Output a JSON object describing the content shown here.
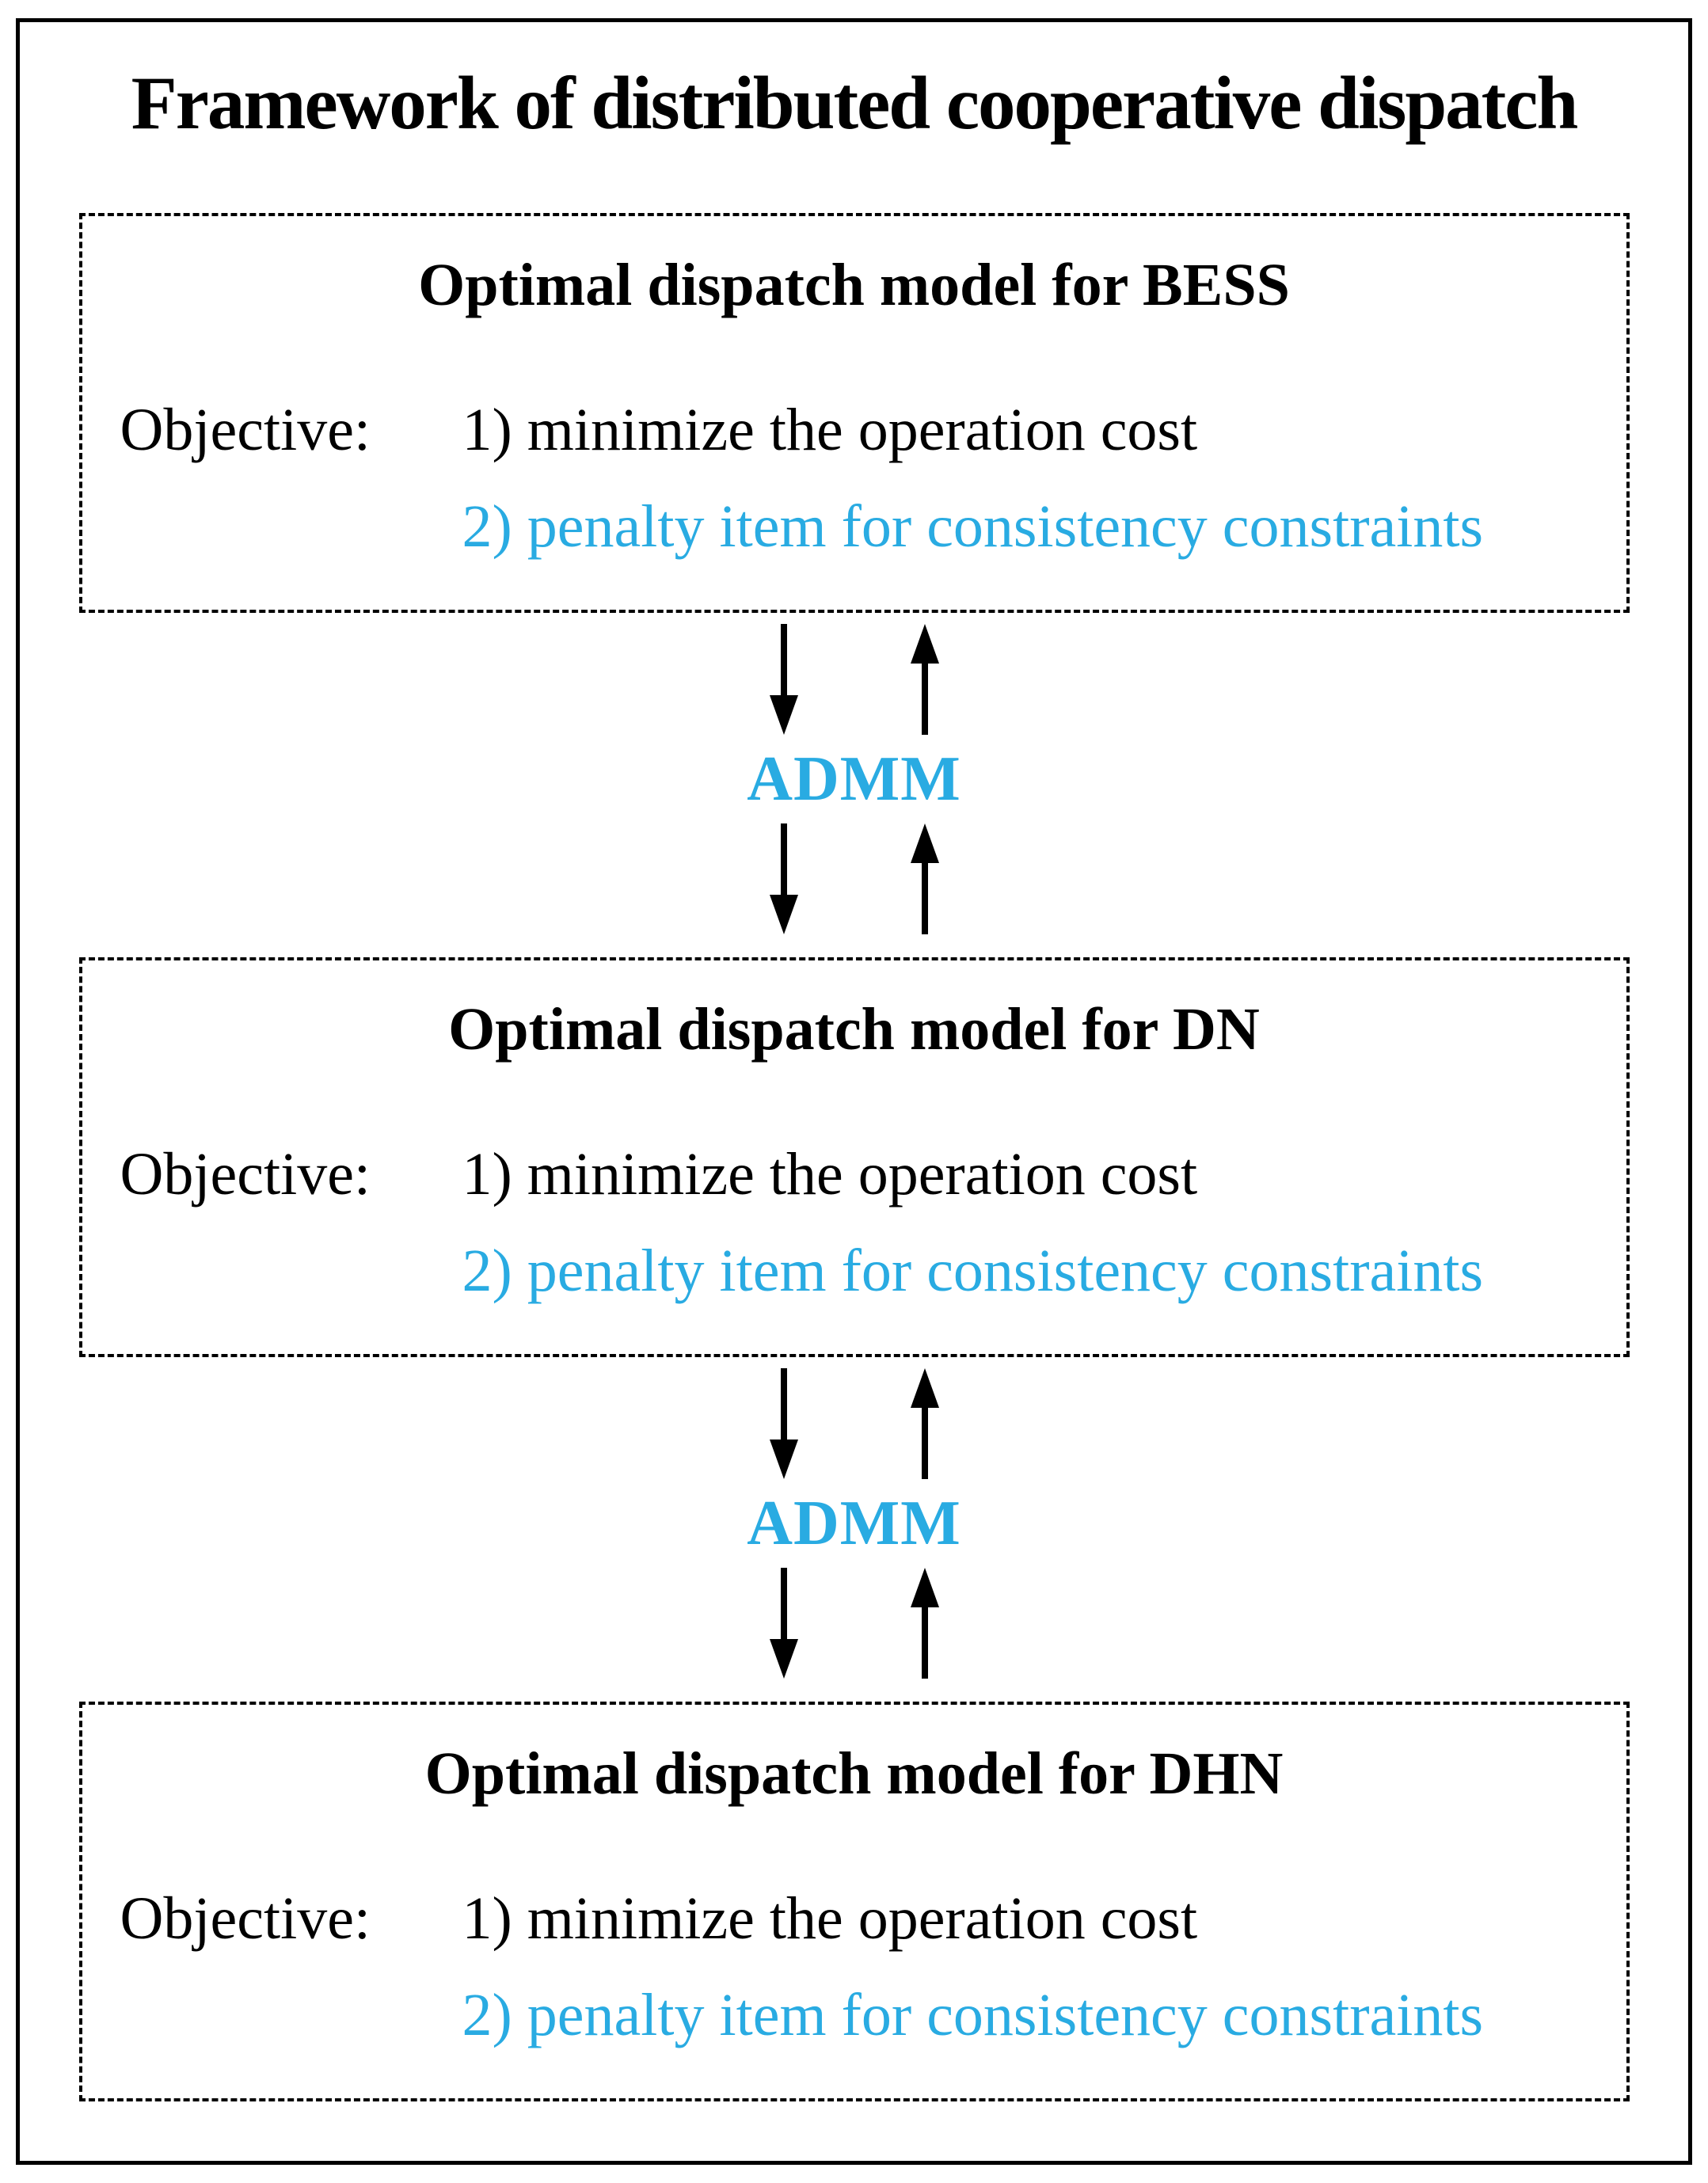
{
  "title": "Framework of distributed cooperative dispatch",
  "colors": {
    "accent": "#29ABE2",
    "ink": "#000000",
    "background": "#FFFFFF"
  },
  "boxes": [
    {
      "title": "Optimal dispatch model for BESS",
      "objective_label": "Objective:",
      "objective_1": "1) minimize the operation cost",
      "objective_2": "2) penalty item for consistency constraints"
    },
    {
      "title": "Optimal dispatch model for DN",
      "objective_label": "Objective:",
      "objective_1": "1) minimize the operation cost",
      "objective_2": "2) penalty item for consistency constraints"
    },
    {
      "title": "Optimal dispatch model for DHN",
      "objective_label": "Objective:",
      "objective_1": "1) minimize the operation cost",
      "objective_2": "2) penalty item for consistency constraints"
    }
  ],
  "connectors": [
    {
      "label": "ADMM"
    },
    {
      "label": "ADMM"
    }
  ]
}
